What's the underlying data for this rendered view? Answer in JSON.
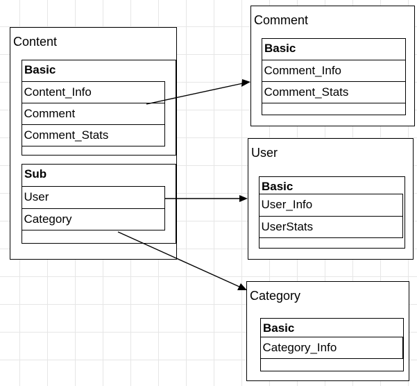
{
  "content": {
    "title": "Content",
    "basic": {
      "title": "Basic",
      "rows": [
        "Content_Info",
        "Comment",
        "Comment_Stats"
      ]
    },
    "sub": {
      "title": "Sub",
      "rows": [
        "User",
        "Category"
      ]
    }
  },
  "comment": {
    "title": "Comment",
    "basic": {
      "title": "Basic",
      "rows": [
        "Comment_Info",
        "Comment_Stats"
      ]
    }
  },
  "user": {
    "title": "User",
    "basic": {
      "title": "Basic",
      "rows": [
        "User_Info",
        "UserStats"
      ]
    }
  },
  "category": {
    "title": "Category",
    "basic": {
      "title": "Basic",
      "rows": [
        "Category_Info"
      ]
    }
  }
}
